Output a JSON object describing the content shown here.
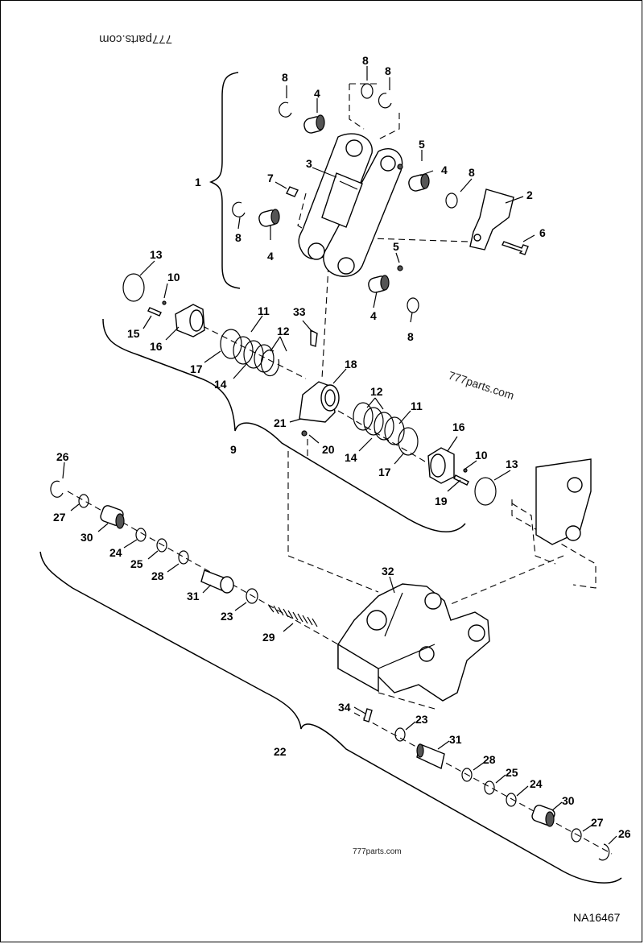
{
  "watermarks": {
    "top": "777parts.com",
    "middle": "777parts.com",
    "bottom": "777parts.com"
  },
  "reference_code": "NA16467",
  "callouts": {
    "c1": "1",
    "c2": "2",
    "c3": "3",
    "c4": "4",
    "c5": "5",
    "c6": "6",
    "c7": "7",
    "c8": "8",
    "c9": "9",
    "c10": "10",
    "c11": "11",
    "c12": "12",
    "c13": "13",
    "c14": "14",
    "c15": "15",
    "c16": "16",
    "c17": "17",
    "c18": "18",
    "c19": "19",
    "c20": "20",
    "c21": "21",
    "c22": "22",
    "c23": "23",
    "c24": "24",
    "c25": "25",
    "c26": "26",
    "c27": "27",
    "c28": "28",
    "c29": "29",
    "c30": "30",
    "c31": "31",
    "c32": "32",
    "c33": "33",
    "c34": "34"
  }
}
